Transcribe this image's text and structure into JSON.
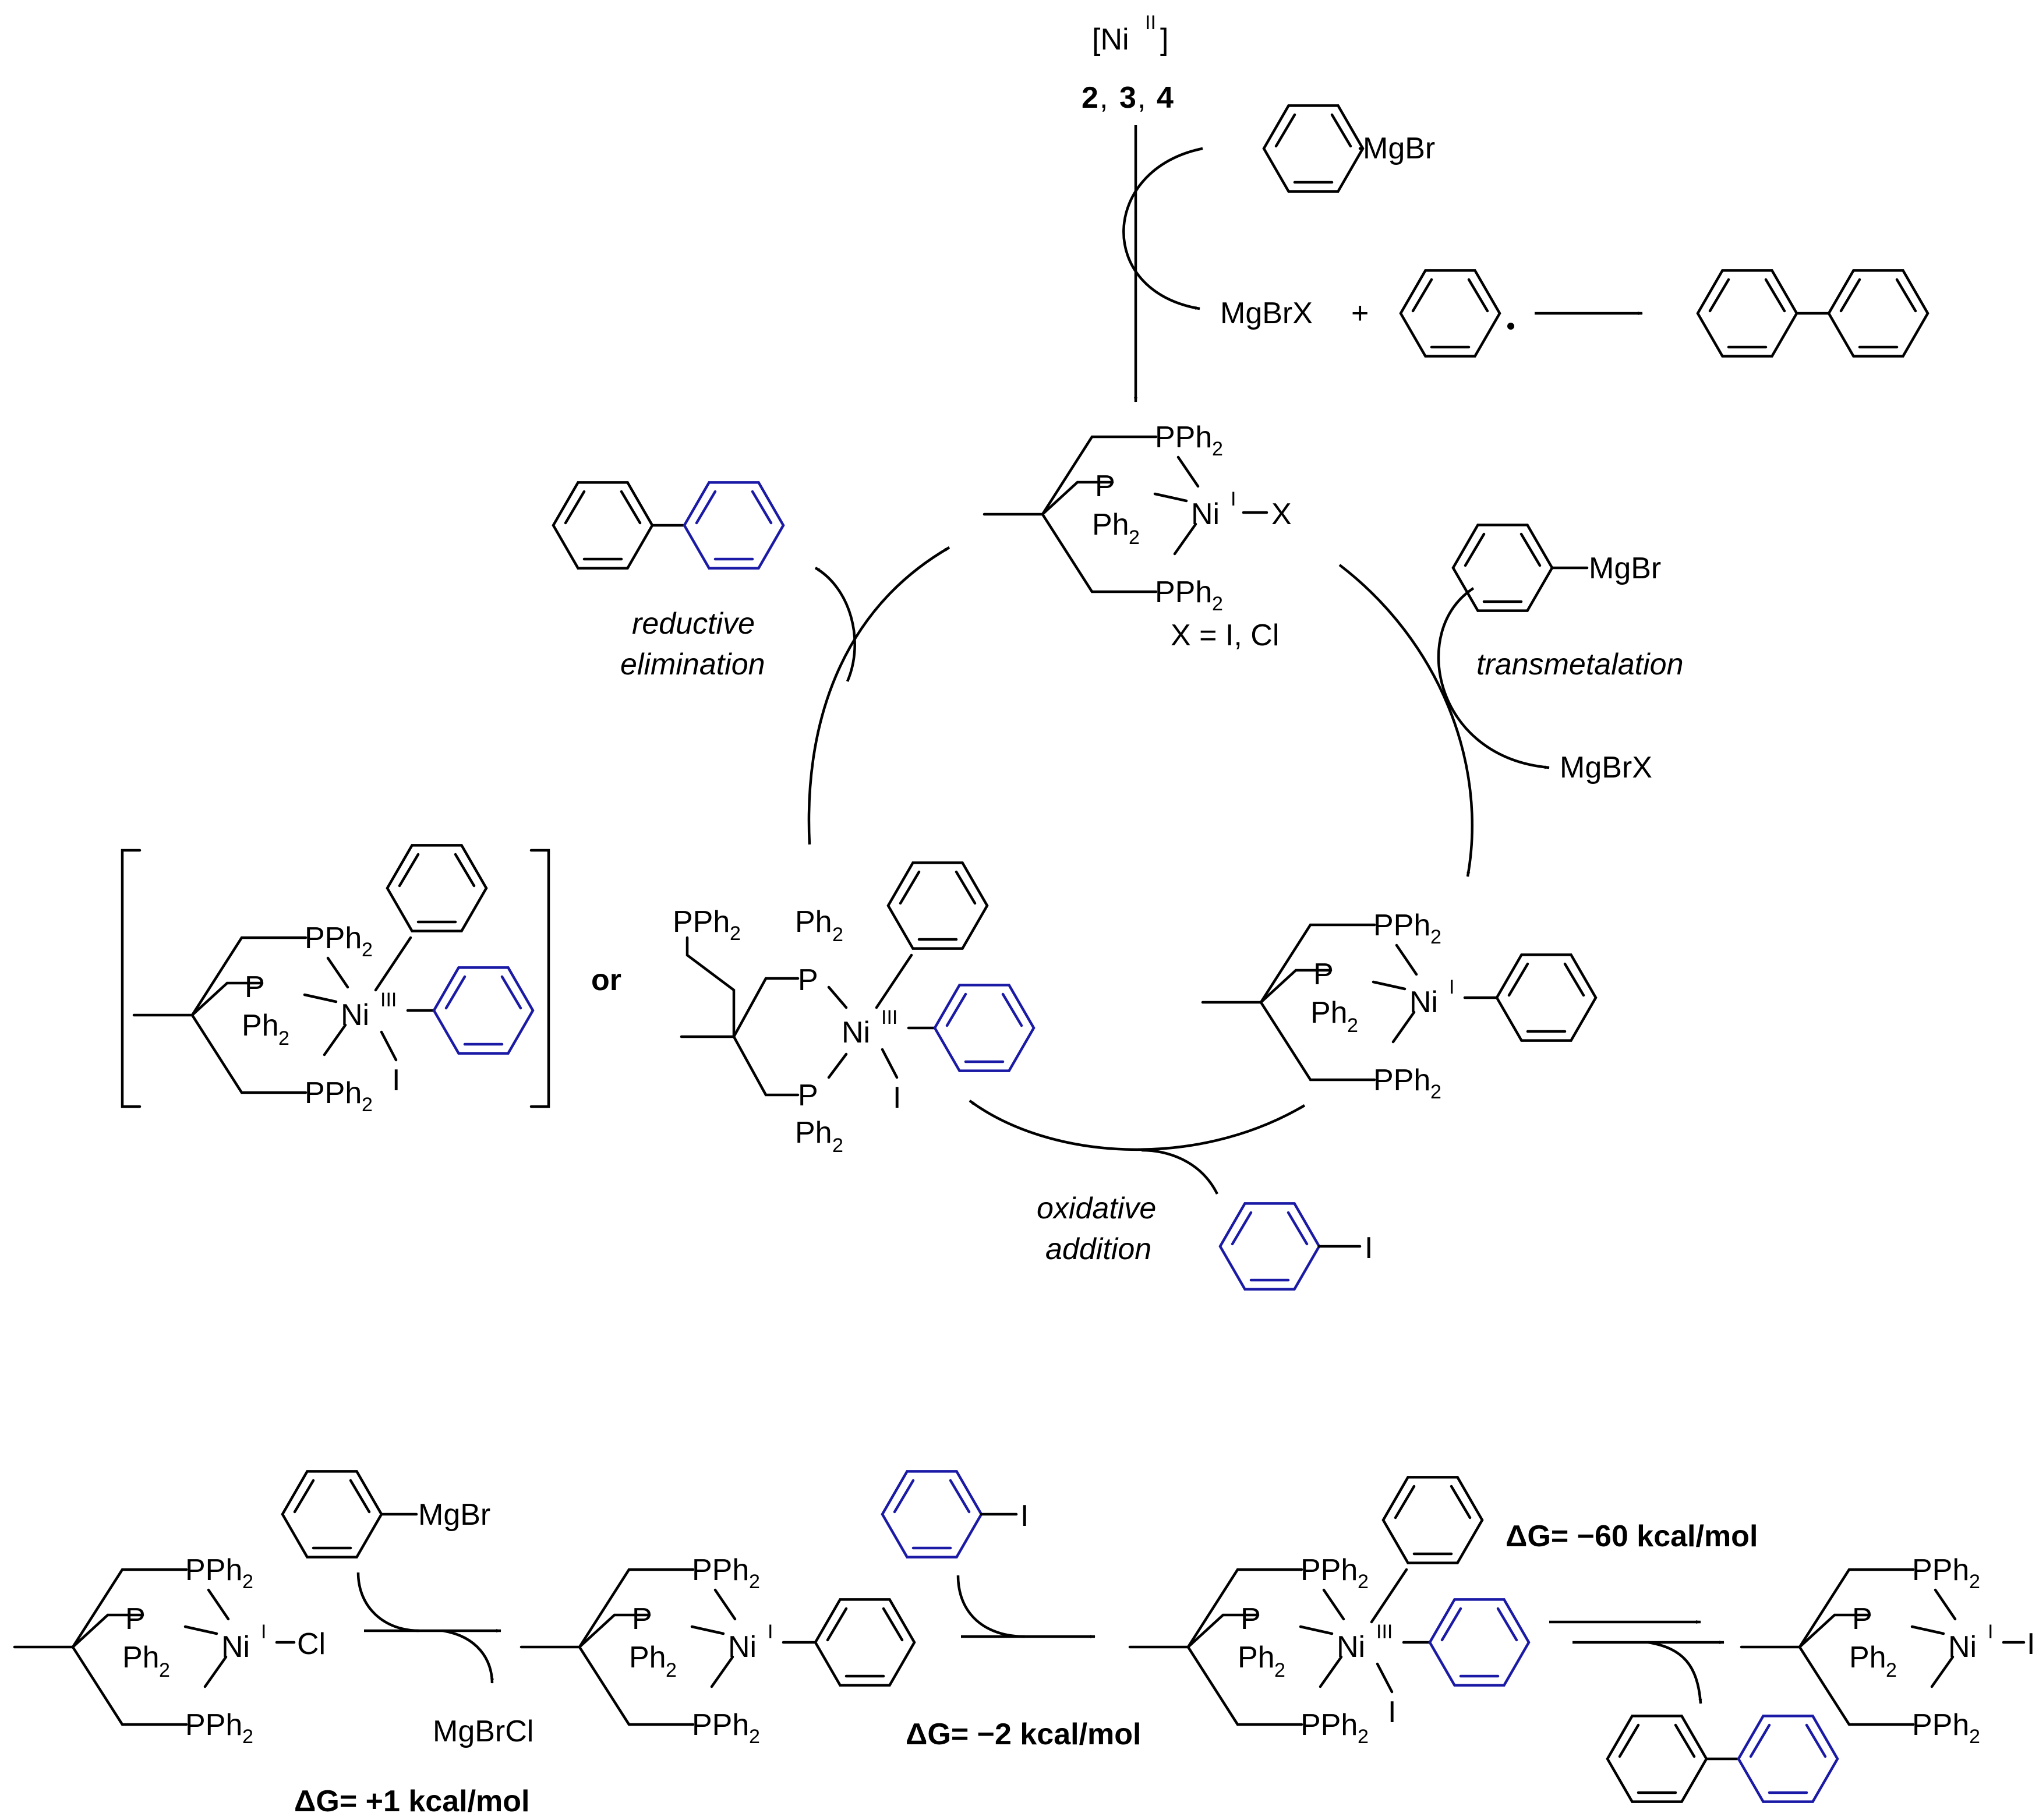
{
  "colors": {
    "ink": "#000000",
    "highlight": "#1a1aa6"
  },
  "reagents": {
    "ni_precursor": "[Ni",
    "ni_precursor_ox": "II",
    "ni_precursor_close": "]",
    "compounds": [
      "2",
      "3",
      "4"
    ],
    "grignard_group": "MgBr",
    "byproduct": "MgBrX",
    "byproduct_cl": "MgBrCl",
    "plus": "+",
    "iodide": "I"
  },
  "cycle": {
    "ni1_x_label": "X = I, Cl",
    "steps": {
      "transmetalation": "transmetalation",
      "oxidative_addition": [
        "oxidative",
        "addition"
      ],
      "reductive_elimination": [
        "reductive",
        "elimination"
      ]
    },
    "or_label": "or"
  },
  "atoms": {
    "pph": "PPh",
    "ph": "Ph",
    "sub2": "2",
    "p": "P",
    "ni": "Ni",
    "ox1": "I",
    "ox3": "III",
    "x": "X",
    "cl": "Cl",
    "i": "I"
  },
  "energetics": {
    "dg_step1": "ΔG= +1 kcal/mol",
    "dg_step2": "ΔG= −2 kcal/mol",
    "dg_step3": "ΔG= −60 kcal/mol"
  }
}
